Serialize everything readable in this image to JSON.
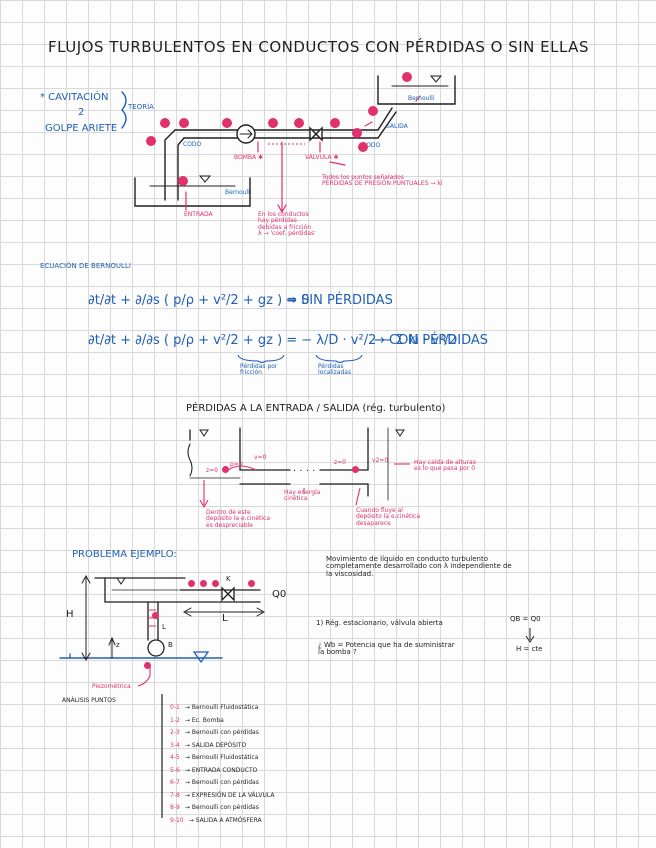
{
  "title": "FLUJOS TURBULENTOS EN CONDUCTOS CON PÉRDIDAS O SIN ELLAS",
  "colors": {
    "ink": "#1f1f1f",
    "blue": "#1f5fb4",
    "pink": "#e0306e",
    "grid": "#d9d9d9"
  },
  "header": {
    "cavitacion": "* CAVITACIÓN",
    "dos": "2",
    "golpe": "GOLPE ARIETE",
    "teoria": "TEORÍA"
  },
  "diagram1": {
    "labels": {
      "codo_izq": "CODO",
      "codo_der": "CODO",
      "bomba": "BOMBA ✱",
      "valvula": "VÁLVULA ✱",
      "salida": "SALIDA",
      "entrada": "ENTRADA",
      "bernoulli_abajo": "Bernoulli",
      "bernoulli_arriba": "Bernoulli"
    },
    "note_points": "Todos los puntos señalados\nPÉRDIDAS DE PRESIÓN PUNTUALES → ki",
    "note_friction": "En los conductos\nhay pérdidas\ndebidas a fricción\nλ → 'coef. pérdidas'"
  },
  "bernoulli": {
    "heading": "ECUACIÓN DE BERNOULLI",
    "eq1": "∂t/∂t + ∂/∂s ( p/ρ + v²/2 + gz ) = 0",
    "eq1_result": "→ SIN PÉRDIDAS",
    "eq2": "∂t/∂t + ∂/∂s ( p/ρ + v²/2 + gz ) = − λ/D · v²/2 − Σ ki · v²/2",
    "eq2_result": "→ CON PÉRDIDAS",
    "friccion_label": "Pérdidas por\nfricción",
    "localizadas_label": "Pérdidas\nlocalizadas"
  },
  "losses": {
    "heading": "PÉRDIDAS A LA ENTRADA / SALIDA (rég. turbulento)",
    "ent_v0": "v=0",
    "ent_p0": "p=0",
    "ent_z": "z=0",
    "sal_z": "z=0",
    "sal_v": "v2=0",
    "dots": ". . . .",
    "note_energia": "Hay energía\ncinética",
    "note_izq": "Dentro de este\ndepósito la e.cinética\nes despreciable",
    "note_der": "Cuando fluye al\ndepósito la e.cinética\ndesaparece",
    "note_salida": "Hay caída de alturas\nes lo que pasa por 0"
  },
  "problem": {
    "heading": "PROBLEMA EJEMPLO:",
    "description": "Movimiento de líquido en conducto turbulento\ncompletamente desarrollado con λ independiente de\nla viscosidad.",
    "item1": "1) Rég. estacionario, válvula abierta",
    "q": "QB = Q0",
    "h": "H = cte",
    "question": "¿ Wb = Potencia que ha de suministrar\nla bomba ?",
    "labels": {
      "H": "H",
      "L": "L",
      "Lb": "L",
      "z": "z",
      "Q0": "Q0",
      "K": "K",
      "B": "B",
      "piezometrica": "Piezométrica"
    },
    "analysis_label": "ANÁLISIS PUNTOS",
    "analysis": [
      {
        "range": "0-1",
        "desc": "→ Bernoulli Fluidostática"
      },
      {
        "range": "1-2",
        "desc": "→ Ec. Bomba"
      },
      {
        "range": "2-3",
        "desc": "→ Bernoulli con pérdidas"
      },
      {
        "range": "3-4",
        "desc": "→ SALIDA DEPÓSITO"
      },
      {
        "range": "4-5",
        "desc": "→ Bernoulli Fluidostática"
      },
      {
        "range": "5-6",
        "desc": "→ ENTRADA CONDUCTO"
      },
      {
        "range": "6-7",
        "desc": "→ Bernoulli con pérdidas"
      },
      {
        "range": "7-8",
        "desc": "→ EXPRESIÓN DE LA VÁLVULA"
      },
      {
        "range": "8-9",
        "desc": "→ Bernoulli con pérdidas"
      },
      {
        "range": "9-10",
        "desc": "→ SALIDA A ATMÓSFERA"
      }
    ]
  }
}
